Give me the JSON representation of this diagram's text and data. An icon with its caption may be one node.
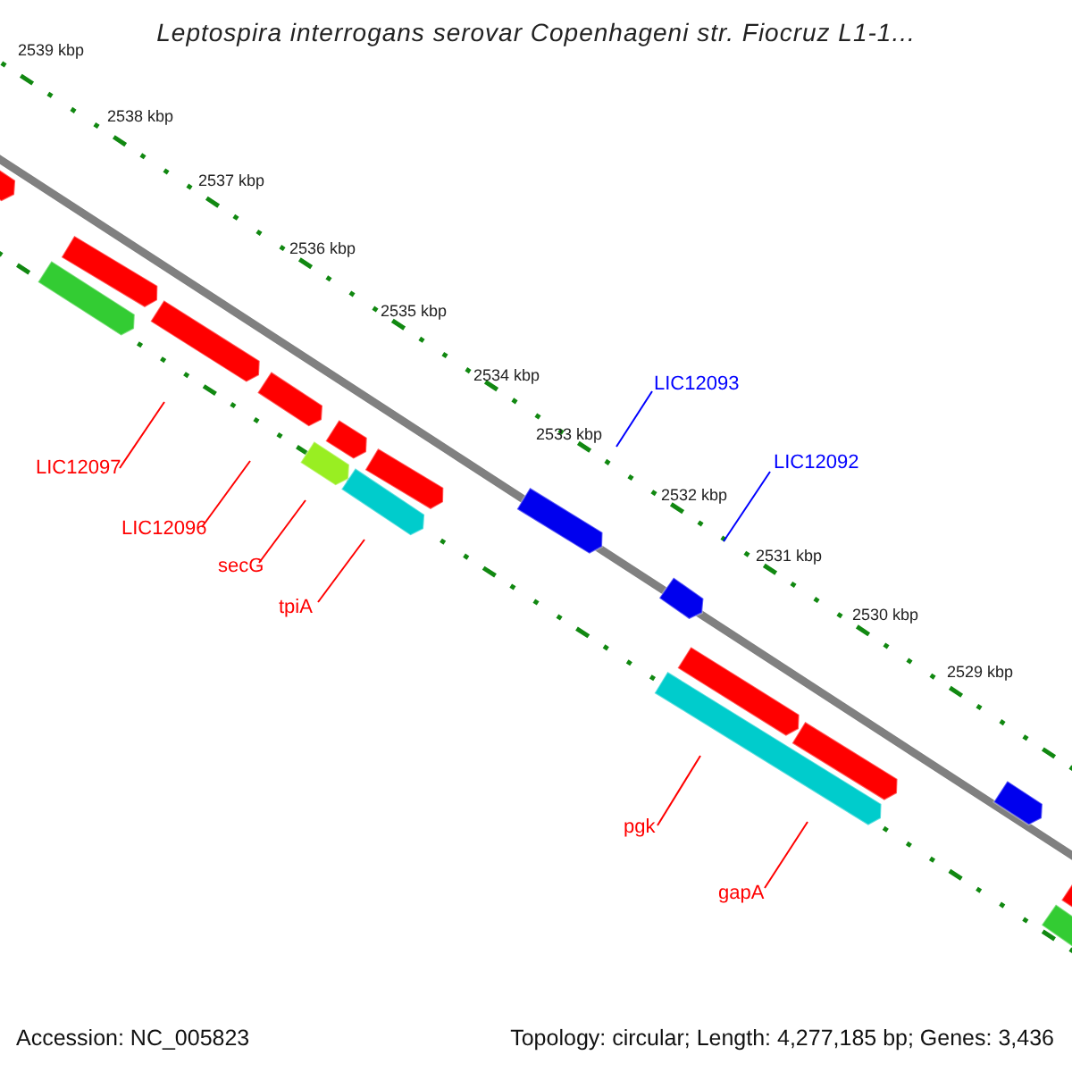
{
  "diagram": {
    "title": "Leptospira interrogans serovar Copenhageni str. Fiocruz L1-1...",
    "nodes": [
      {
        "text": [
          "LIC12097"
        ]
      },
      {
        "text": [
          "LIC12096"
        ]
      },
      {
        "text": [
          "secG"
        ]
      },
      {
        "text": [
          "tpiA"
        ]
      },
      {
        "text": [
          "LIC12093"
        ]
      },
      {
        "text": [
          "LIC12092"
        ]
      },
      {
        "text": [
          "pgk"
        ]
      },
      {
        "text": [
          "gapA"
        ]
      }
    ],
    "edges": [
      {
        "from": 0,
        "to": null,
        "arrow": "none"
      },
      {
        "from": 1,
        "to": null,
        "arrow": "none"
      },
      {
        "from": 2,
        "to": null,
        "arrow": "none"
      },
      {
        "from": 3,
        "to": null,
        "arrow": "none"
      },
      {
        "from": 4,
        "to": null,
        "arrow": "none",
        "color": "#0000ff"
      },
      {
        "from": 5,
        "to": null,
        "arrow": "none",
        "color": "#0000ff"
      },
      {
        "from": 6,
        "to": null,
        "arrow": "none"
      },
      {
        "from": 7,
        "to": null,
        "arrow": "none"
      }
    ],
    "labels": [
      "2539 kbp",
      "2538 kbp",
      "2537 kbp",
      "2536 kbp",
      "2535 kbp",
      "2534 kbp",
      "2533 kbp",
      "2532 kbp",
      "2531 kbp",
      "2530 kbp",
      "2529 kbp",
      "Accession: NC_005823",
      "Topology: circular; Length: 4,277,185 bp; Genes: 3,436"
    ]
  }
}
